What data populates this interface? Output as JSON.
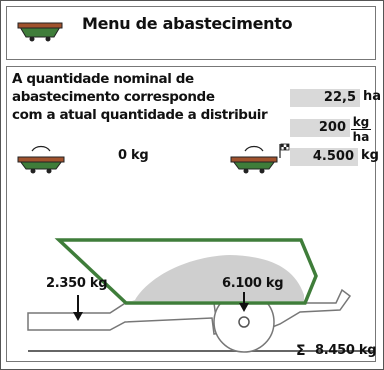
{
  "header": {
    "title": "Menu de abastecimento"
  },
  "description": {
    "line1": "A quantidade nominal de",
    "line2": "abastecimento corresponde",
    "line3": "com a atual quantidade a distribuir"
  },
  "nominal_area": {
    "value": "22,5",
    "unit": "ha"
  },
  "application_rate": {
    "value": "200",
    "unit_num": "kg",
    "unit_den": "ha"
  },
  "current_load": {
    "value": "0 kg"
  },
  "target_load": {
    "value": "4.500",
    "unit": "kg"
  },
  "front_axle_weight": {
    "value": "2.350 kg"
  },
  "hopper_weight": {
    "value": "6.100 kg"
  },
  "total_weight": {
    "symbol": "Σ",
    "value": "8.450 kg"
  },
  "colors": {
    "spreader_green": "#3f7d3a",
    "spreader_brown": "#a0522d",
    "outline": "#222222",
    "value_box": "#d9d9d9"
  }
}
